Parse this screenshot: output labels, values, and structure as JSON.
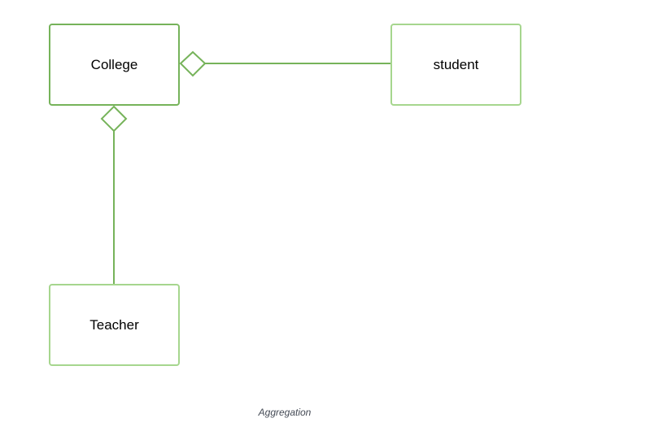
{
  "colors": {
    "stroke_primary": "#76b35a",
    "stroke_secondary": "#a6d68e",
    "text": "#000000",
    "caption": "#444a55"
  },
  "nodes": {
    "college": {
      "label": "College"
    },
    "student": {
      "label": "student"
    },
    "teacher": {
      "label": "Teacher"
    }
  },
  "edges": [
    {
      "from": "college",
      "to": "student",
      "type": "aggregation",
      "whole": "college"
    },
    {
      "from": "college",
      "to": "teacher",
      "type": "aggregation",
      "whole": "college"
    }
  ],
  "caption": "Aggregation"
}
